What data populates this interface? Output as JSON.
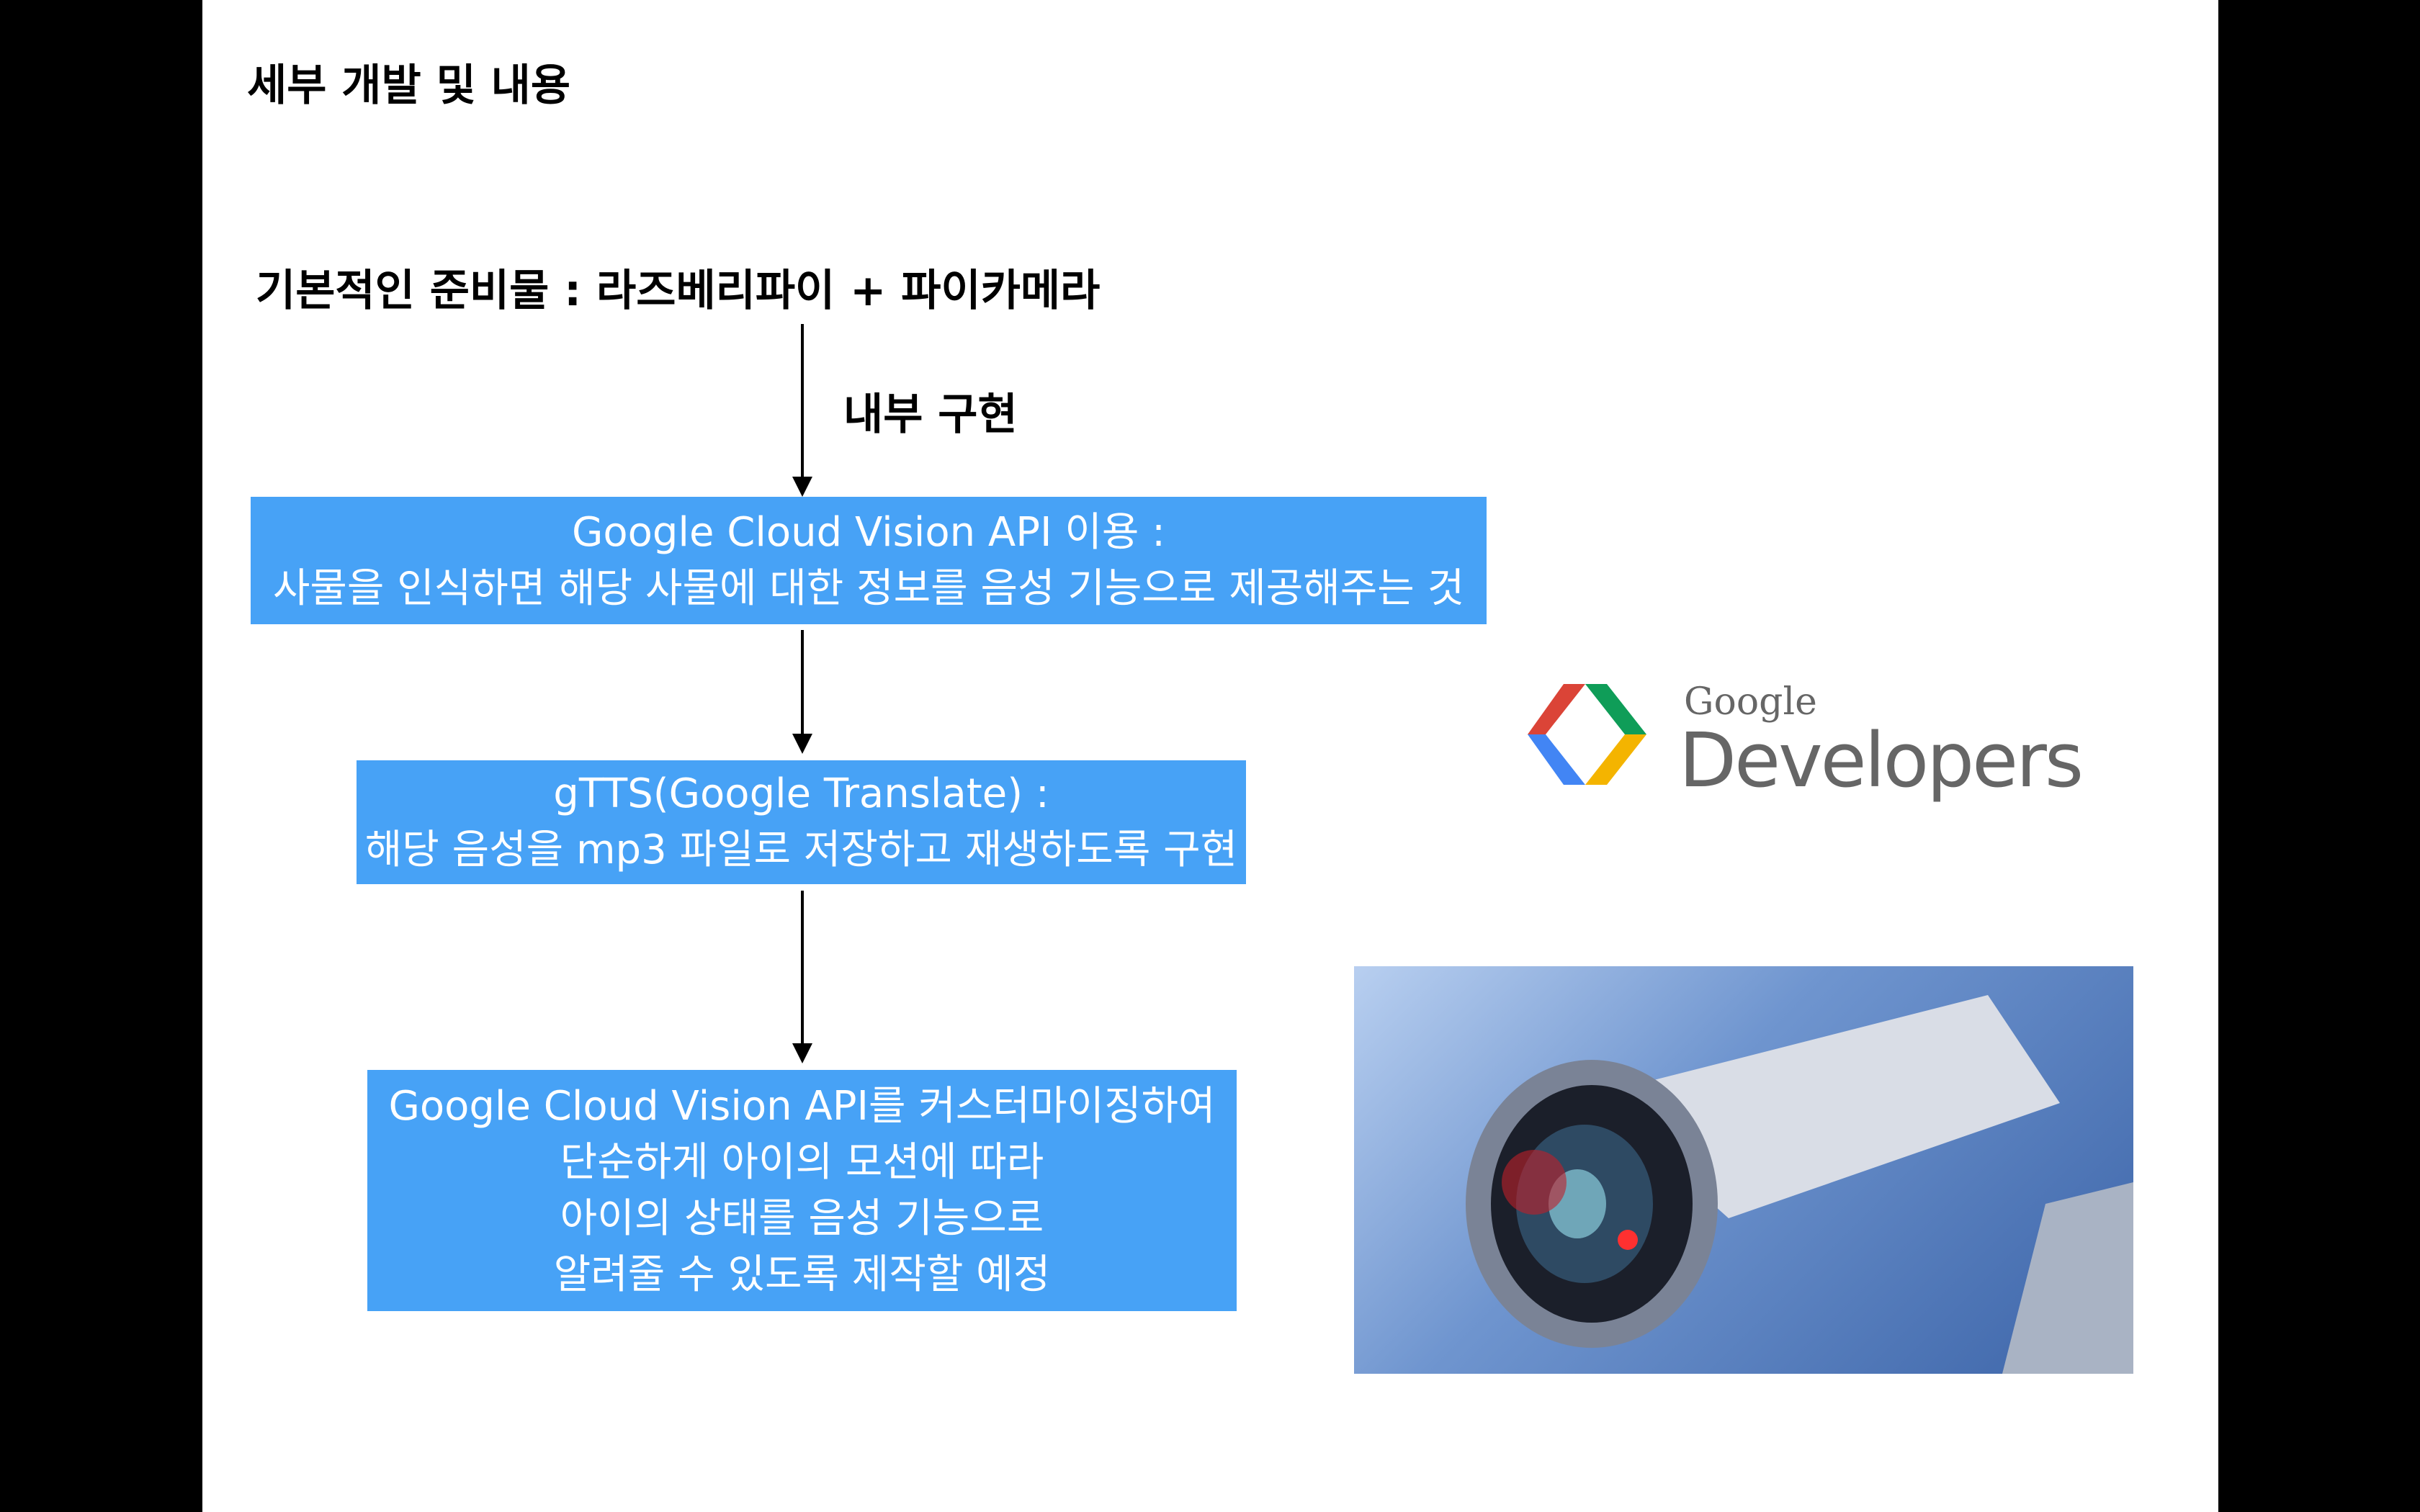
{
  "title": "세부 개발 및 내용",
  "heading": "기본적인 준비물 : 라즈베리파이 + 파이카메라",
  "arrow_label": "내부 구현",
  "boxes": [
    {
      "lines": [
        "Google Cloud Vision API 이용 :",
        "사물을 인식하면  해당 사물에 대한 정보를 음성 기능으로 제공해주는 것"
      ]
    },
    {
      "lines": [
        "gTTS(Google Translate) :",
        "해당 음성을 mp3 파일로 저장하고 재생하도록 구현"
      ]
    },
    {
      "lines": [
        "Google Cloud Vision API를 커스터마이징하여",
        "단순하게 아이의 모션에 따라",
        "아이의 상태를 음성 기능으로",
        "알려줄 수 있도록 제작할 예정"
      ]
    }
  ],
  "logo": {
    "google": "Google",
    "developers": "Developers"
  },
  "colors": {
    "box": "#47a2f6"
  }
}
